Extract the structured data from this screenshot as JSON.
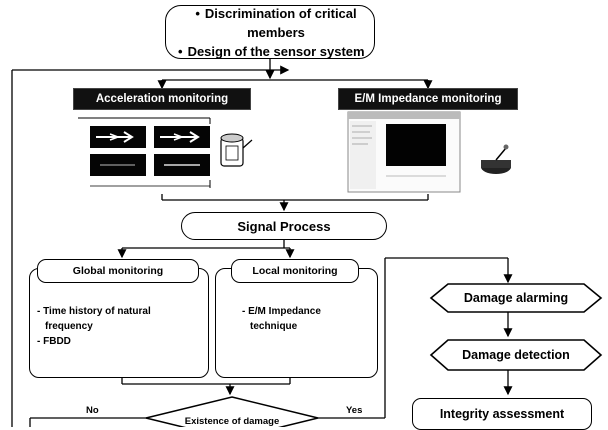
{
  "top_box": {
    "line1": "Discrimination of critical members",
    "line2": "Design of the sensor system"
  },
  "acceleration_banner": "Acceleration monitoring",
  "impedance_banner": "E/M Impedance monitoring",
  "signal_process": "Signal Process",
  "global_monitoring": {
    "title": "Global monitoring",
    "item1_a": "- Time history of natural",
    "item1_b": "frequency",
    "item2": "- FBDD"
  },
  "local_monitoring": {
    "title": "Local monitoring",
    "item1_a": "- E/M Impedance",
    "item1_b": "technique"
  },
  "decision": {
    "label": "Existence of damage",
    "no_label": "No",
    "yes_label": "Yes"
  },
  "damage_alarming": "Damage alarming",
  "damage_detection": "Damage detection",
  "integrity_assessment": "Integrity assessment"
}
